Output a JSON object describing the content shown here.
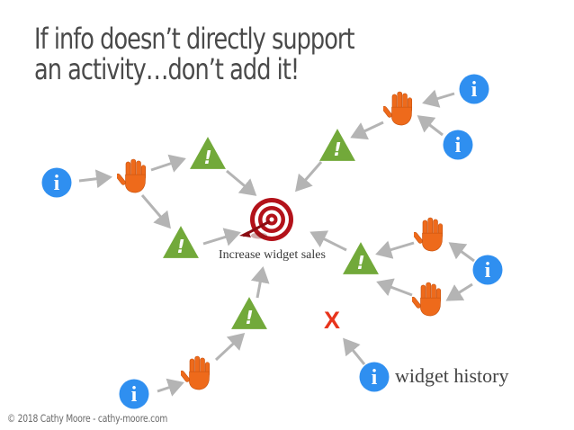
{
  "title": {
    "line1": "If info doesn’t directly support",
    "line2": "an activity…don’t add it!"
  },
  "goal": {
    "label": "Increase widget sales",
    "icon": "target-icon"
  },
  "unsupported_info": {
    "label": "widget history",
    "mark": "X"
  },
  "credit": "© 2018 Cathy Moore - cathy-moore.com",
  "glyphs": {
    "info": "i",
    "warning": "!"
  },
  "colors": {
    "info": "#2f8ff0",
    "hand": "#ee6a1b",
    "warning": "#72a93a",
    "arrow": "#b4b4b4",
    "target": "#b3121a",
    "reject": "#e8341c",
    "title": "#4a4a4a"
  }
}
